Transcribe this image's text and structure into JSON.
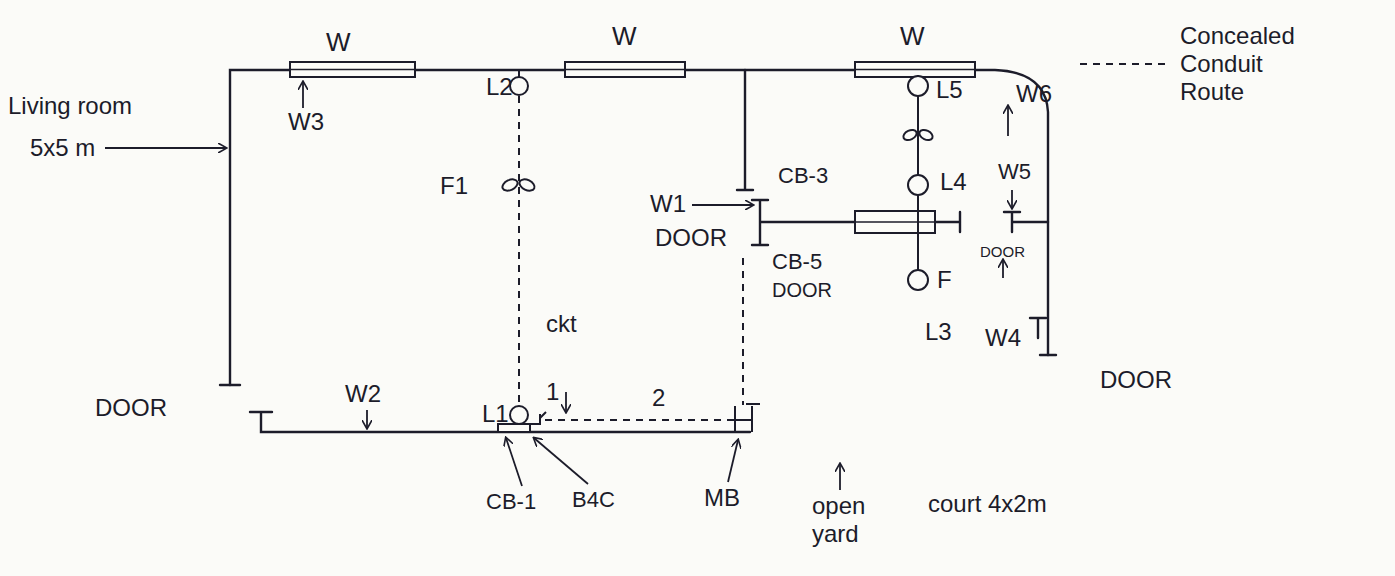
{
  "diagram": {
    "labels": [
      "W",
      "W",
      "W",
      "Living room",
      "5x5 m",
      "W3",
      "L2",
      "DOOR",
      "L5",
      "W6",
      "Concealed Conduit Route",
      "F1",
      "W1",
      "CB-3",
      "L4",
      "W5",
      "DOOR",
      "CB-5",
      "DOOR",
      "F",
      "DOOR",
      "ckt",
      "DOOR",
      "W2",
      "L1",
      "1",
      "2",
      "L3",
      "W4",
      "CB-1",
      "B4C",
      "MB",
      "open yard",
      "court 4x2m"
    ]
  }
}
